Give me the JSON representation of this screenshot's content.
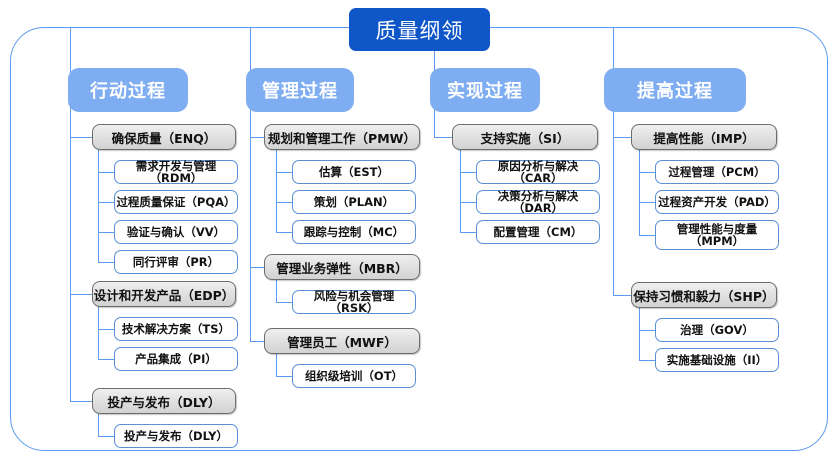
{
  "diagram": {
    "root": {
      "label": "质量纲领"
    },
    "colors": {
      "root_fill": "#0f56c8",
      "header_fill": "#7fadf2",
      "level2_fill": "#dedede",
      "level2_border": "#6d6d6d",
      "level3_border": "#5a8fd6",
      "connector": "#5b9bf0",
      "frame_border": "#5b9bf0"
    },
    "columns": [
      {
        "header": "行动过程",
        "groups": [
          {
            "label": "确保质量（ENQ）",
            "children": [
              "需求开发与管理（RDM）",
              "过程质量保证（PQA）",
              "验证与确认（VV）",
              "同行评审（PR）"
            ]
          },
          {
            "label": "设计和开发产品（EDP）",
            "children": [
              "技术解决方案（TS）",
              "产品集成（PI）"
            ]
          },
          {
            "label": "投产与发布（DLY）",
            "children": [
              "投产与发布（DLY）"
            ]
          }
        ]
      },
      {
        "header": "管理过程",
        "groups": [
          {
            "label": "规划和管理工作（PMW）",
            "children": [
              "估算（EST）",
              "策划（PLAN）",
              "跟踪与控制（MC）"
            ]
          },
          {
            "label": "管理业务弹性（MBR）",
            "children": [
              "风险与机会管理（RSK）"
            ]
          },
          {
            "label": "管理员工（MWF）",
            "children": [
              "组织级培训（OT）"
            ]
          }
        ]
      },
      {
        "header": "实现过程",
        "groups": [
          {
            "label": "支持实施（SI）",
            "children": [
              "原因分析与解决（CAR）",
              "决策分析与解决（DAR）",
              "配置管理（CM）"
            ]
          }
        ]
      },
      {
        "header": "提高过程",
        "groups": [
          {
            "label": "提高性能（IMP）",
            "children": [
              "过程管理（PCM）",
              "过程资产开发（PAD）",
              "管理性能与度量\n（MPM）"
            ]
          },
          {
            "label": "保持习惯和毅力（SHP）",
            "children": [
              "治理（GOV）",
              "实施基础设施（II）"
            ]
          }
        ]
      }
    ]
  }
}
